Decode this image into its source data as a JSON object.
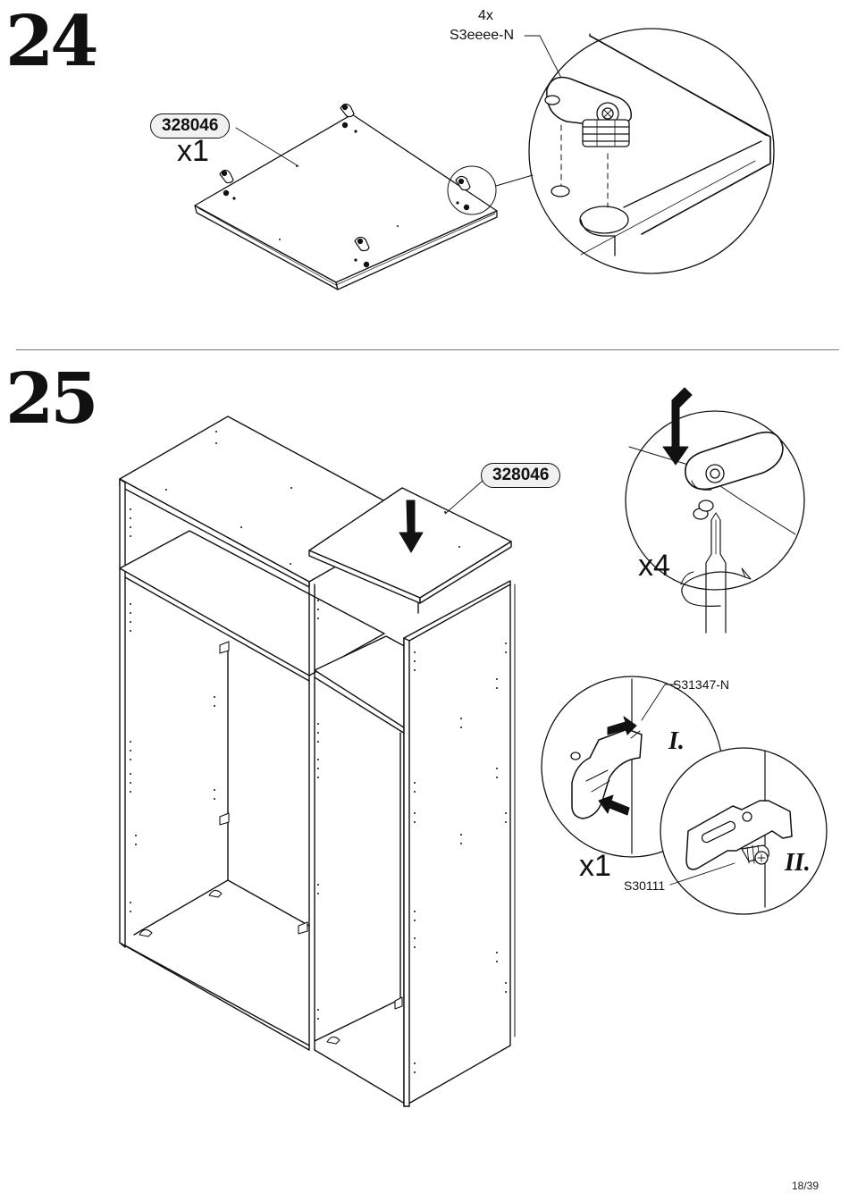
{
  "step24": {
    "number": "24",
    "part_code": "328046",
    "part_qty": "x1",
    "hardware_qty": "4x",
    "hardware_code": "S3eeee-N"
  },
  "step25": {
    "number": "25",
    "part_code": "328046",
    "screw_qty": "x4",
    "hinge_qty": "x1",
    "hinge_code": "S31347-N",
    "screw_code": "S30111",
    "substep_1": "I.",
    "substep_2": "II."
  },
  "page": {
    "number": "18/39"
  }
}
